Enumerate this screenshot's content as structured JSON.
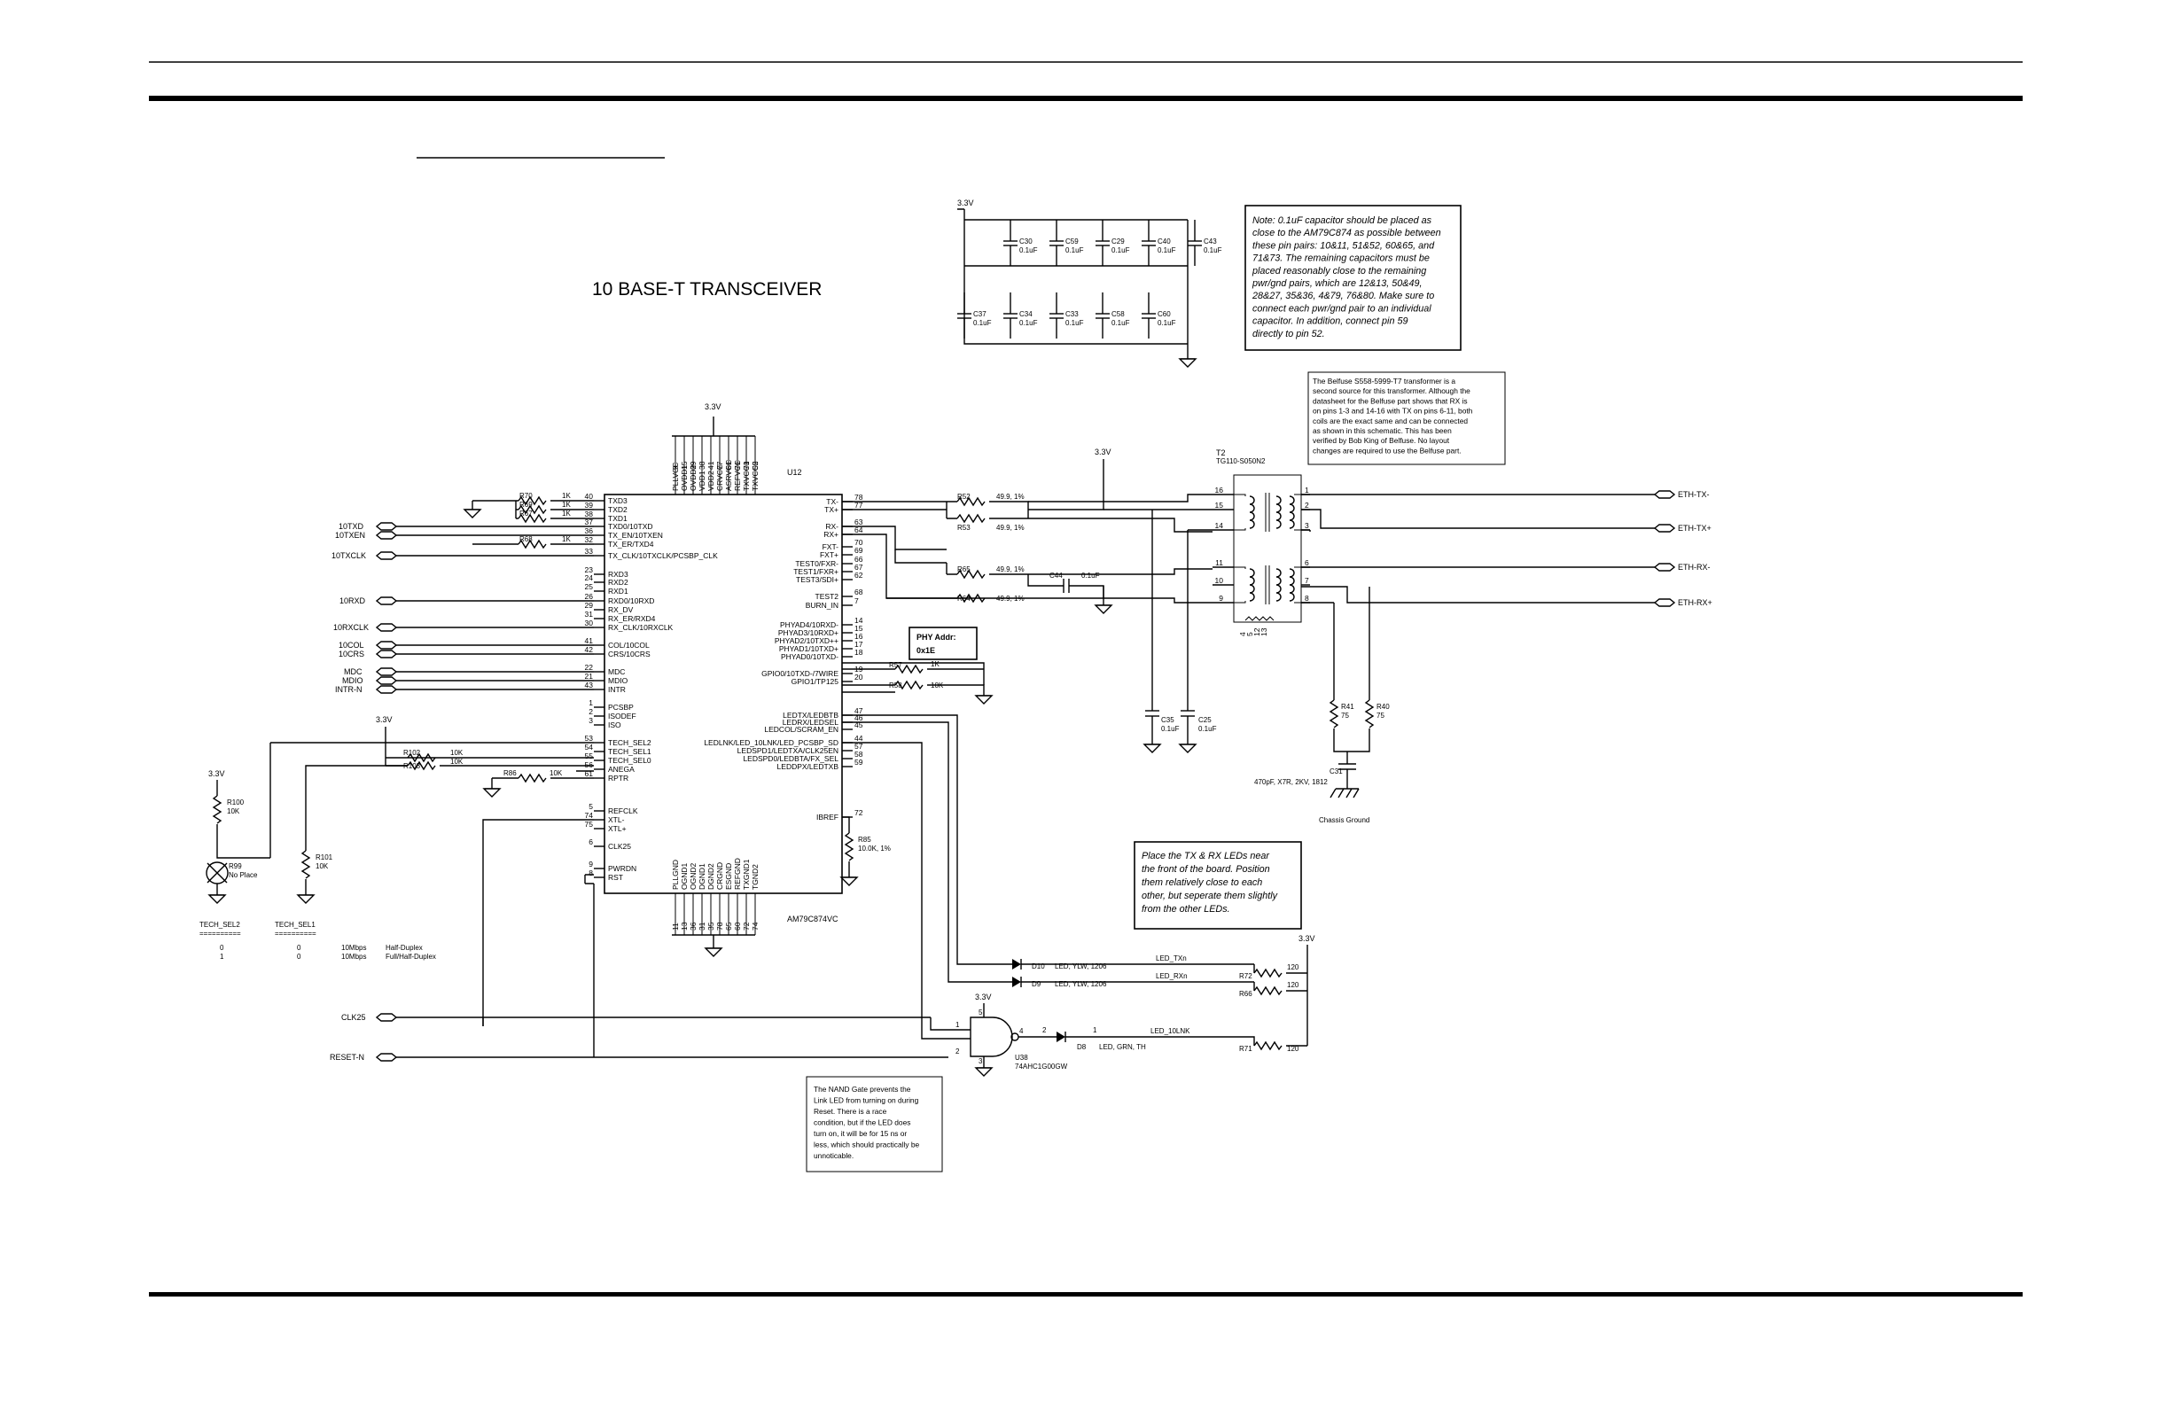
{
  "title": "10 BASE-T TRANSCEIVER",
  "chip": {
    "ref": "U12",
    "part": "AM79C874VC",
    "power_pins": [
      "PLLVCC",
      "OVDD1",
      "OVDD2",
      "VDD1",
      "VDD2",
      "CRVCC",
      "ASRVCC",
      "REFVCC",
      "TXVCC1",
      "TXVCC2"
    ],
    "power_nums": [
      "9",
      "15",
      "39",
      "38",
      "41",
      "77",
      "61",
      "71",
      "73",
      "55"
    ],
    "ground_pins": [
      "PLLGND",
      "OGND1",
      "OGND2",
      "DGND1",
      "DGND2",
      "CRGND",
      "ESGND",
      "REFGND",
      "TXGND1",
      "TGND2"
    ],
    "ground_nums": [
      "11",
      "13",
      "36",
      "31",
      "35",
      "78",
      "65",
      "60",
      "72",
      "74"
    ],
    "left_pins": [
      {
        "n": "40",
        "name": "TXD3"
      },
      {
        "n": "39",
        "name": "TXD2"
      },
      {
        "n": "38",
        "name": "TXD1"
      },
      {
        "n": "37",
        "name": "TXD0/10TXD"
      },
      {
        "n": "36",
        "name": "TX_EN/10TXEN"
      },
      {
        "n": "32",
        "name": "TX_ER/TXD4"
      },
      {
        "n": "33",
        "name": "TX_CLK/10TXCLK/PCSBP_CLK"
      },
      {
        "n": "23",
        "name": "RXD3"
      },
      {
        "n": "24",
        "name": "RXD2"
      },
      {
        "n": "25",
        "name": "RXD1"
      },
      {
        "n": "26",
        "name": "RXD0/10RXD"
      },
      {
        "n": "29",
        "name": "RX_DV"
      },
      {
        "n": "31",
        "name": "RX_ER/RXD4"
      },
      {
        "n": "30",
        "name": "RX_CLK/10RXCLK"
      },
      {
        "n": "41",
        "name": "COL/10COL"
      },
      {
        "n": "42",
        "name": "CRS/10CRS"
      },
      {
        "n": "22",
        "name": "MDC"
      },
      {
        "n": "21",
        "name": "MDIO"
      },
      {
        "n": "43",
        "name": "INTR"
      },
      {
        "n": "1",
        "name": "PCSBP"
      },
      {
        "n": "2",
        "name": "ISODEF"
      },
      {
        "n": "3",
        "name": "ISO"
      },
      {
        "n": "53",
        "name": "TECH_SEL2"
      },
      {
        "n": "54",
        "name": "TECH_SEL1"
      },
      {
        "n": "55",
        "name": "TECH_SEL0"
      },
      {
        "n": "56",
        "name": "ANEGA"
      },
      {
        "n": "61",
        "name": "RPTR"
      },
      {
        "n": "5",
        "name": "REFCLK"
      },
      {
        "n": "74",
        "name": "XTL-"
      },
      {
        "n": "75",
        "name": "XTL+"
      },
      {
        "n": "6",
        "name": "CLK25"
      },
      {
        "n": "9",
        "name": "PWRDN"
      },
      {
        "n": "8",
        "name": "RST"
      }
    ],
    "right_pins": [
      {
        "n": "78",
        "name": "TX-"
      },
      {
        "n": "77",
        "name": "TX+"
      },
      {
        "n": "63",
        "name": "RX-"
      },
      {
        "n": "64",
        "name": "RX+"
      },
      {
        "n": "70",
        "name": "FXT-"
      },
      {
        "n": "69",
        "name": "FXT+"
      },
      {
        "n": "66",
        "name": "TEST0/FXR-"
      },
      {
        "n": "67",
        "name": "TEST1/FXR+"
      },
      {
        "n": "62",
        "name": "TEST3/SDI+"
      },
      {
        "n": "68",
        "name": "TEST2"
      },
      {
        "n": "7",
        "name": "BURN_IN"
      },
      {
        "n": "14",
        "name": "PHYAD4/10RXD-"
      },
      {
        "n": "15",
        "name": "PHYAD3/10RXD+"
      },
      {
        "n": "16",
        "name": "PHYAD2/10TXD++"
      },
      {
        "n": "17",
        "name": "PHYAD1/10TXD+"
      },
      {
        "n": "18",
        "name": "PHYAD0/10TXD-"
      },
      {
        "n": "19",
        "name": "GPIO0/10TXD-/7WIRE"
      },
      {
        "n": "20",
        "name": "GPIO1/TP125"
      },
      {
        "n": "47",
        "name": "LEDTX/LEDBTB"
      },
      {
        "n": "46",
        "name": "LEDRX/LEDSEL"
      },
      {
        "n": "45",
        "name": "LEDCOL/SCRAM_EN"
      },
      {
        "n": "44",
        "name": "LEDLNK/LED_10LNK/LED_PCSBP_SD"
      },
      {
        "n": "57",
        "name": "LEDSPD1/LEDTXA/CLK25EN"
      },
      {
        "n": "58",
        "name": "LEDSPD0/LEDBTA/FX_SEL"
      },
      {
        "n": "59",
        "name": "LEDDPX/LEDTXB"
      },
      {
        "n": "72",
        "name": "IBREF"
      }
    ]
  },
  "power": {
    "v33": "3.3V"
  },
  "signals": {
    "s10txd": "10TXD",
    "s10txen": "10TXEN",
    "s10txclk": "10TXCLK",
    "s10rxd": "10RXD",
    "s10rxclk": "10RXCLK",
    "s10col": "10COL",
    "s10crs": "10CRS",
    "mdc": "MDC",
    "mdio": "MDIO",
    "intr": "INTR-N",
    "clk25": "CLK25",
    "reset": "RESET-N",
    "ethtxm": "ETH-TX-",
    "ethtxp": "ETH-TX+",
    "ethrxm": "ETH-RX-",
    "ethrxp": "ETH-RX+",
    "led_txn": "LED_TXn",
    "led_rxn": "LED_RXn",
    "led_10lnk": "LED_10LNK"
  },
  "resistors": {
    "r70": "R70",
    "r69": "R69",
    "r67": "R67",
    "r68": "R68",
    "v1k": "1K",
    "r52": "R52",
    "r53": "R53",
    "r65": "R65",
    "r64": "R64",
    "v49": "49.9, 1%",
    "r57": "R57",
    "r58": "R58",
    "v10k": "10K",
    "r102": "R102",
    "r103": "R103",
    "r86": "R86",
    "r100": "R100",
    "r101": "R101",
    "r85": "R85",
    "v10k1": "10.0K, 1%",
    "r41": "R41",
    "r40": "R40",
    "v75": "75",
    "r72": "R72",
    "r66": "R66",
    "r71": "R71",
    "v120": "120",
    "r99": "R99",
    "noplace": "No Place"
  },
  "caps": {
    "top": [
      "C30",
      "C59",
      "C29",
      "C40",
      "C43"
    ],
    "bottom": [
      "C37",
      "C34",
      "C33",
      "C58",
      "C60"
    ],
    "v01": "0.1uF",
    "c44": "C44",
    "c35": "C35",
    "c25": "C25",
    "c31": "C31",
    "c31v": "470pF, X7R, 2KV, 1812",
    "chassis": "Chassis Ground"
  },
  "transformer": {
    "ref": "T2",
    "part": "TG110-S050N2",
    "pins_left": [
      "16",
      "15",
      "14",
      "11",
      "10",
      "9"
    ],
    "pins_right": [
      "1",
      "2",
      "3",
      "6",
      "7",
      "8"
    ],
    "pins_bottom": [
      "4",
      "5",
      "12",
      "13"
    ]
  },
  "leds": {
    "d10": "D10",
    "d10v": "LED, YLW, 1206",
    "d9": "D9",
    "d9v": "LED, YLW, 1206",
    "d8": "D8",
    "d8v": "LED, GRN, TH"
  },
  "gate": {
    "ref": "U38",
    "part": "74AHC1G00GW",
    "p1": "1",
    "p2": "2",
    "p4": "4",
    "p5": "5",
    "p3": "3"
  },
  "phy_addr": {
    "line1": "PHY Addr:",
    "line2": "0x1E"
  },
  "notes": {
    "cap_note": [
      "Note: 0.1uF capacitor should be placed as",
      "close to the AM79C874 as possible between",
      "these pin pairs: 10&11, 51&52, 60&65, and",
      "71&73.  The remaining capacitors must be",
      "placed reasonably close to the remaining",
      "pwr/gnd pairs, which are 12&13, 50&49,",
      "28&27, 35&36, 4&79, 76&80.  Make sure to",
      "connect each pwr/gnd pair to an individual",
      "capacitor.  In addition, connect pin 59",
      "directly to pin 52."
    ],
    "belfuse": [
      "The Belfuse S558-5999-T7 transformer is a",
      "second source for this transformer.  Although the",
      "datasheet for the Belfuse part shows that RX is",
      "on pins 1-3 and 14-16 with TX on pins 6-11, both",
      "coils are the exact same and can be connected",
      "as shown in this schematic.  This has been",
      "verified by Bob King of Belfuse.  No layout",
      "changes are required to use the Belfuse part."
    ],
    "led_note": [
      "Place the TX & RX LEDs near",
      "the front of the board.  Position",
      "them relatively close to each",
      "other, but seperate them slightly",
      "from the other LEDs."
    ],
    "nand_note": [
      "The NAND Gate prevents the",
      "Link LED from turning on during",
      "Reset.  There is a race",
      "condition, but if the LED does",
      "turn on, it will be for 15 ns or",
      "less, which should practically be",
      "unnoticable."
    ]
  },
  "tech_table": {
    "h1": "TECH_SEL2",
    "h2": "TECH_SEL1",
    "sep": "==========",
    "rows": [
      {
        "a": "0",
        "b": "0",
        "c": "10Mbps",
        "d": "Half-Duplex"
      },
      {
        "a": "1",
        "b": "0",
        "c": "10Mbps",
        "d": "Full/Half-Duplex"
      }
    ]
  }
}
